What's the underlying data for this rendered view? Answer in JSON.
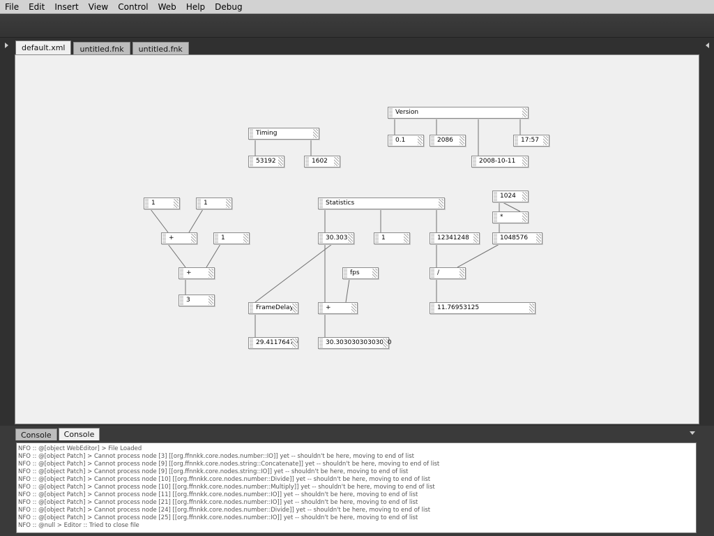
{
  "menubar": {
    "items": [
      "File",
      "Edit",
      "Insert",
      "View",
      "Control",
      "Web",
      "Help",
      "Debug"
    ]
  },
  "tabs": [
    {
      "label": "default.xml",
      "active": true
    },
    {
      "label": "untitled.fnk",
      "active": false
    },
    {
      "label": "untitled.fnk",
      "active": false
    }
  ],
  "patch": {
    "nodes": [
      {
        "id": "version",
        "label": "Version"
      },
      {
        "id": "version-major",
        "label": "0.1"
      },
      {
        "id": "version-build",
        "label": "2086"
      },
      {
        "id": "version-time",
        "label": "17:57"
      },
      {
        "id": "version-date",
        "label": "2008-10-11"
      },
      {
        "id": "timing",
        "label": "Timing"
      },
      {
        "id": "timing-a",
        "label": "53192"
      },
      {
        "id": "timing-b",
        "label": "1602"
      },
      {
        "id": "num-1a",
        "label": "1"
      },
      {
        "id": "num-1b",
        "label": "1"
      },
      {
        "id": "plus-1",
        "label": "+"
      },
      {
        "id": "num-1c",
        "label": "1"
      },
      {
        "id": "plus-2",
        "label": "+"
      },
      {
        "id": "result-3",
        "label": "3"
      },
      {
        "id": "statistics",
        "label": "Statistics"
      },
      {
        "id": "stat-fps",
        "label": "30.3030"
      },
      {
        "id": "stat-one",
        "label": "1"
      },
      {
        "id": "stat-total",
        "label": "12341248"
      },
      {
        "id": "num-1024",
        "label": "1024"
      },
      {
        "id": "multiply",
        "label": "*"
      },
      {
        "id": "num-1048576",
        "label": "1048576"
      },
      {
        "id": "fps-string",
        "label": "fps"
      },
      {
        "id": "divide",
        "label": "/"
      },
      {
        "id": "framedelay",
        "label": "FrameDelay"
      },
      {
        "id": "concat",
        "label": "+"
      },
      {
        "id": "divide-result",
        "label": "11.76953125"
      },
      {
        "id": "framedelay-result",
        "label": "29.41176470"
      },
      {
        "id": "concat-result",
        "label": "30.30303030303030"
      }
    ]
  },
  "console": {
    "tabs": [
      {
        "label": "Console",
        "active": false
      },
      {
        "label": "Console",
        "active": true
      }
    ],
    "lines": [
      "NFO :: @[object WebEditor] > File Loaded",
      "NFO :: @[object Patch] > Cannot process node [3] [[org.ffnnkk.core.nodes.number::IO]] yet -- shouldn't be here, moving to end of list",
      "NFO :: @[object Patch] > Cannot process node [9] [[org.ffnnkk.core.nodes.string::Concatenate]] yet -- shouldn't be here, moving to end of list",
      "NFO :: @[object Patch] > Cannot process node [9] [[org.ffnnkk.core.nodes.string::IO]] yet -- shouldn't be here, moving to end of list",
      "NFO :: @[object Patch] > Cannot process node [10] [[org.ffnnkk.core.nodes.number::Divide]] yet -- shouldn't be here, moving to end of list",
      "NFO :: @[object Patch] > Cannot process node [10] [[org.ffnnkk.core.nodes.number::Multiply]] yet -- shouldn't be here, moving to end of list",
      "NFO :: @[object Patch] > Cannot process node [11] [[org.ffnnkk.core.nodes.number::IO]] yet -- shouldn't be here, moving to end of list",
      "NFO :: @[object Patch] > Cannot process node [21] [[org.ffnnkk.core.nodes.number::IO]] yet -- shouldn't be here, moving to end of list",
      "NFO :: @[object Patch] > Cannot process node [24] [[org.ffnnkk.core.nodes.number::Divide]] yet -- shouldn't be here, moving to end of list",
      "NFO :: @[object Patch] > Cannot process node [25] [[org.ffnnkk.core.nodes.number::IO]] yet -- shouldn't be here, moving to end of list",
      "NFO :: @null > Editor :: Tried to close file"
    ]
  }
}
